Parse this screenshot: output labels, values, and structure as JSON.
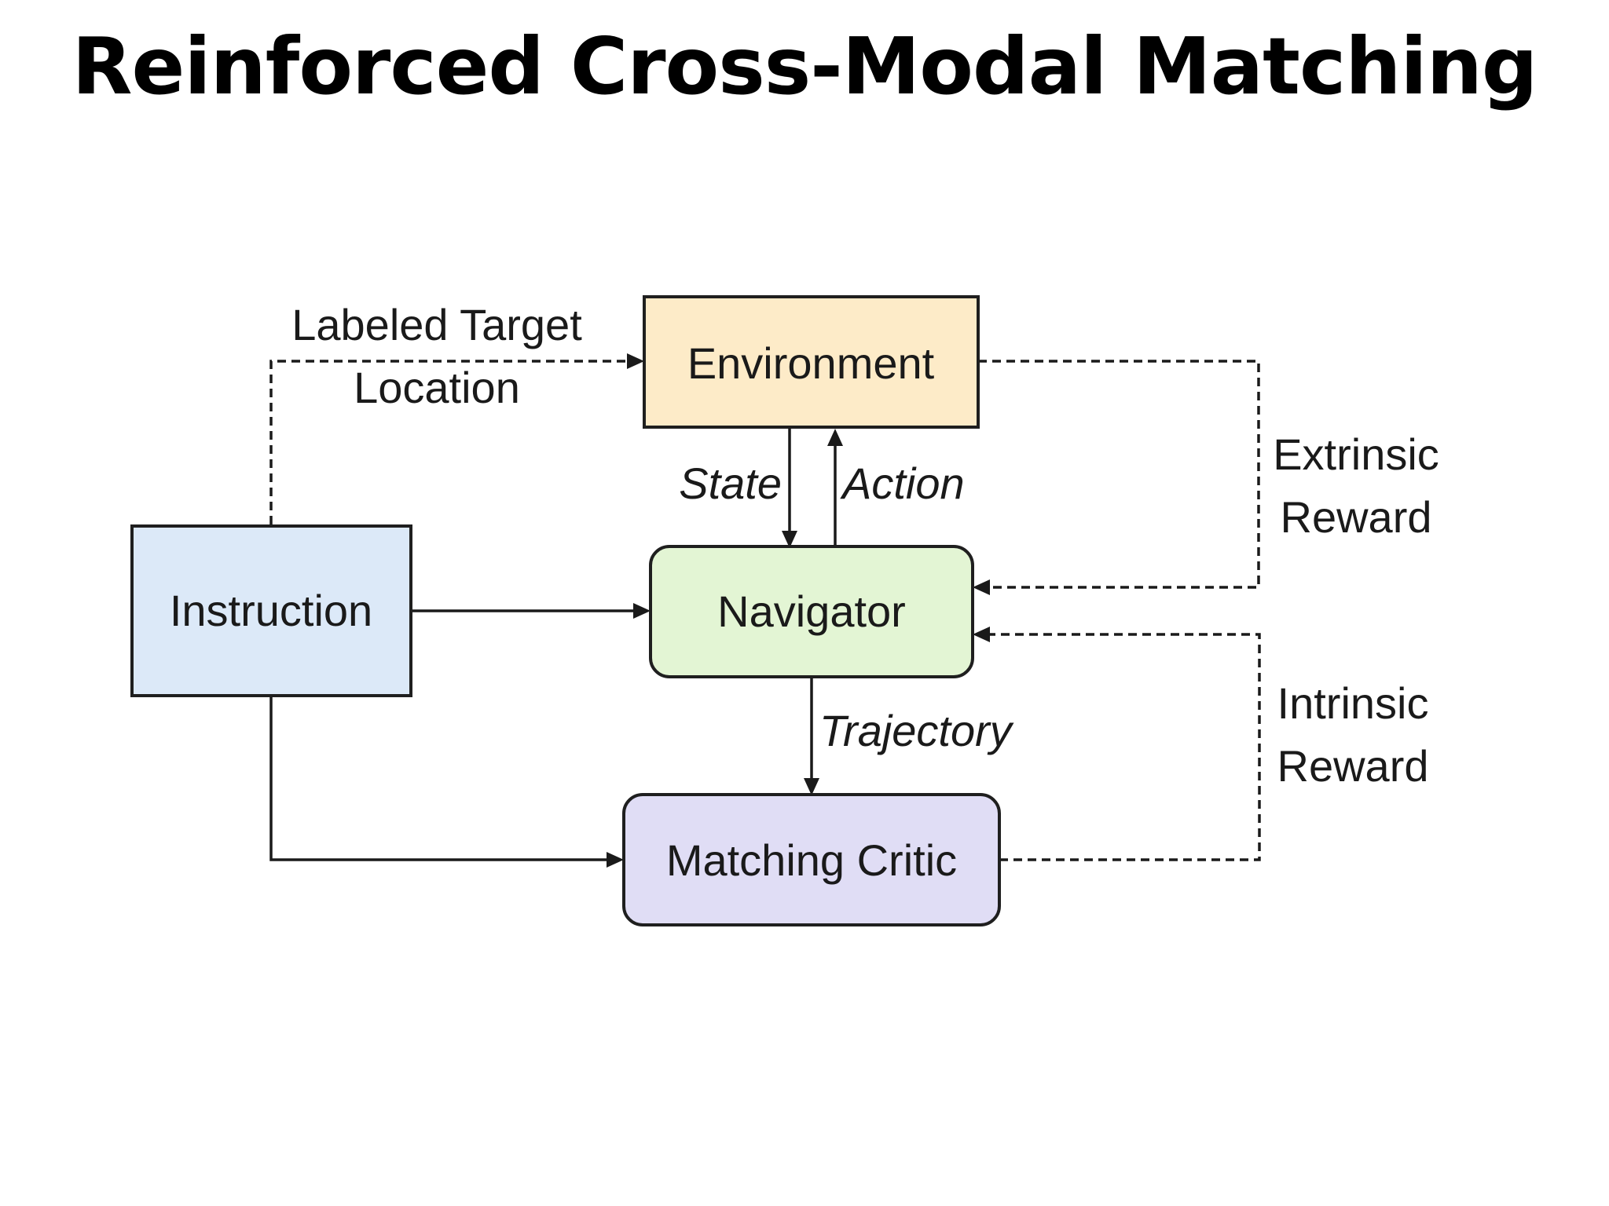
{
  "title": "Reinforced Cross-Modal Matching",
  "nodes": {
    "environment": {
      "label": "Environment",
      "color": "#fdebc8"
    },
    "instruction": {
      "label": "Instruction",
      "color": "#dce9f8"
    },
    "navigator": {
      "label": "Navigator",
      "color": "#e3f5d4"
    },
    "matching_critic": {
      "label": "Matching Critic",
      "color": "#e0ddf5"
    }
  },
  "edges": {
    "labeled_target_line1": "Labeled Target",
    "labeled_target_line2": "Location",
    "state": "State",
    "action": "Action",
    "trajectory": "Trajectory",
    "extrinsic_line1": "Extrinsic",
    "extrinsic_line2": "Reward",
    "intrinsic_line1": "Intrinsic",
    "intrinsic_line2": "Reward"
  }
}
